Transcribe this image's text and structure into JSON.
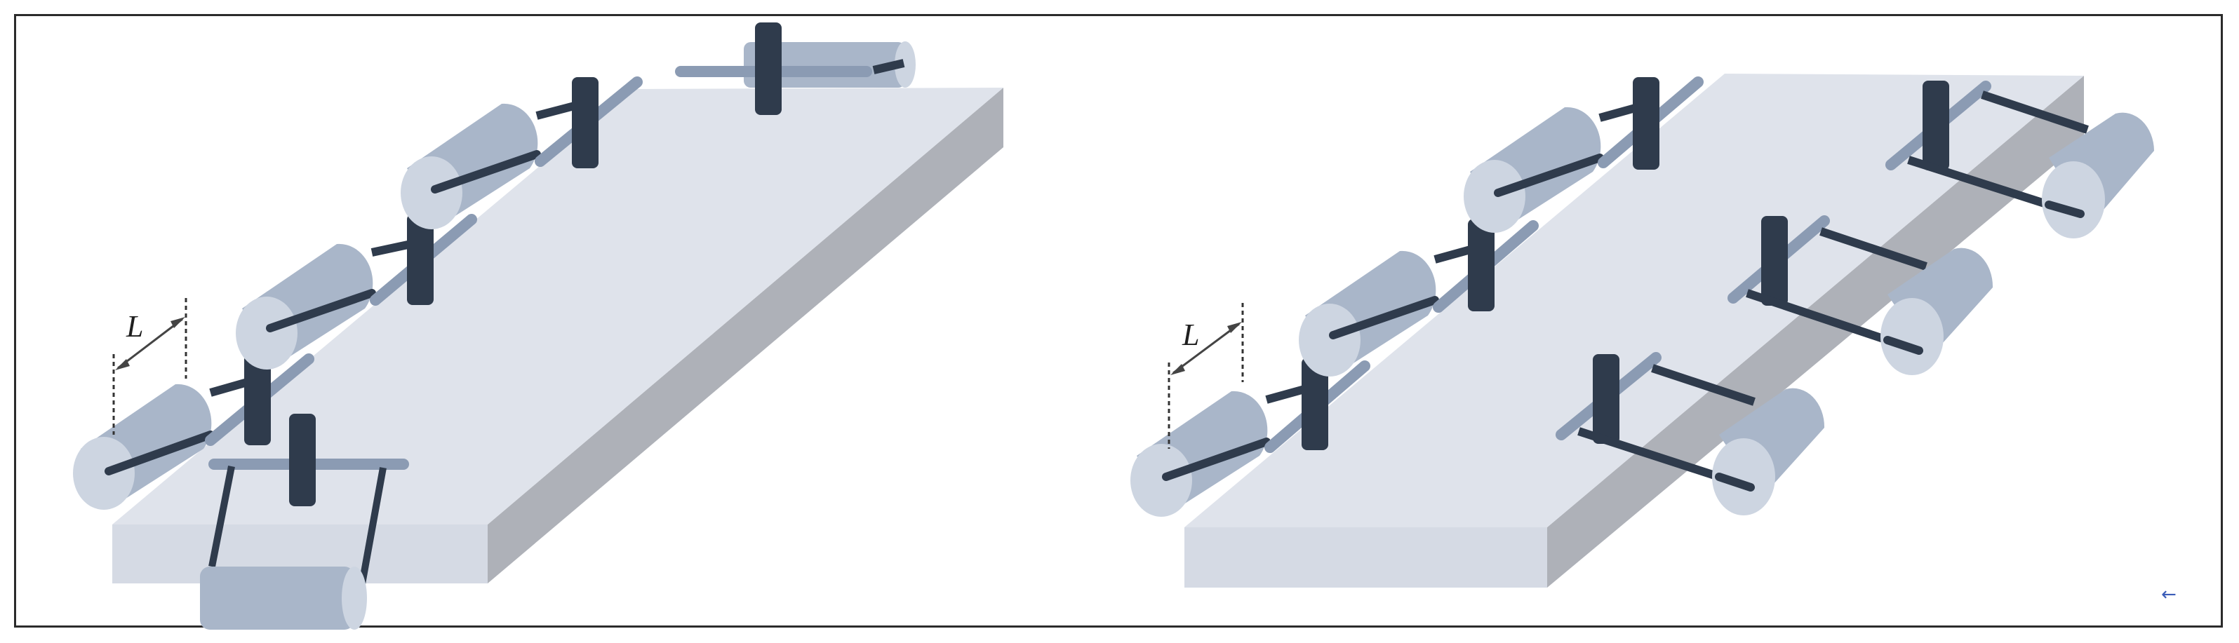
{
  "figure": {
    "panels": [
      {
        "id": "left",
        "description": "Deck with fenders on left side and two end fenders",
        "dimension_label": "L"
      },
      {
        "id": "right",
        "description": "Deck with fenders on both sides",
        "dimension_label": "L"
      }
    ],
    "colors": {
      "deck_top": "#dfe3eb",
      "deck_front": "#d5dae4",
      "deck_side": "#aeb1b8",
      "fender_body": "#a9b6c9",
      "fender_end": "#cdd5e1",
      "post": "#2f3b4c",
      "rod_light": "#8b9bb3",
      "frame_border": "#2b2b2b",
      "nav_arrow": "#3a5cb8"
    }
  },
  "nav": {
    "back_arrow": "←"
  }
}
